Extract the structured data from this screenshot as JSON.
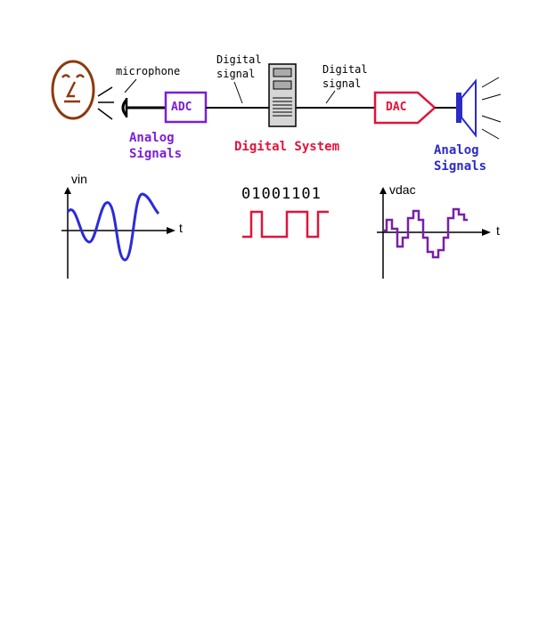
{
  "labels": {
    "microphone": "microphone",
    "digital_signal_left_1": "Digital",
    "digital_signal_left_2": "signal",
    "digital_signal_right_1": "Digital",
    "digital_signal_right_2": "signal",
    "adc": "ADC",
    "dac": "DAC",
    "analog_left_1": "Analog",
    "analog_left_2": "Signals",
    "digital_system": "Digital System",
    "analog_right_1": "Analog",
    "analog_right_2": "Signals"
  },
  "graphs": {
    "vin_label": "vin",
    "vin_t": "t",
    "binary": "01001101",
    "vdac_label": "vdac",
    "vdac_t": "t"
  },
  "colors": {
    "face": "#8b3a0f",
    "adc": "#7a1fd6",
    "dac": "#e0143c",
    "speaker": "#2b2bc9",
    "wave": "#2b2bd9",
    "square": "#e0143c",
    "step": "#7a1fa8"
  }
}
